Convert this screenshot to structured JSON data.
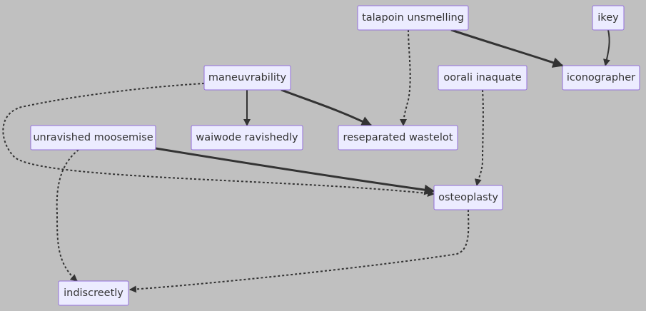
{
  "diagram": {
    "nodes": {
      "talapoin": "talapoin unsmelling",
      "ikey": "ikey",
      "maneuvrability": "maneuvrability",
      "oorali": "oorali inaquate",
      "iconographer": "iconographer",
      "unravished": "unravished moosemise",
      "waiwode": "waiwode ravishedly",
      "reseparated": "reseparated wastelot",
      "osteoplasty": "osteoplasty",
      "indiscreetly": "indiscreetly"
    },
    "edges": [
      {
        "from": "talapoin",
        "to": "iconographer",
        "style": "solid"
      },
      {
        "from": "ikey",
        "to": "iconographer",
        "style": "solid"
      },
      {
        "from": "talapoin",
        "to": "reseparated",
        "style": "dotted"
      },
      {
        "from": "maneuvrability",
        "to": "waiwode",
        "style": "solid"
      },
      {
        "from": "maneuvrability",
        "to": "reseparated",
        "style": "solid"
      },
      {
        "from": "maneuvrability",
        "to": "osteoplasty",
        "style": "dotted"
      },
      {
        "from": "oorali",
        "to": "osteoplasty",
        "style": "dotted"
      },
      {
        "from": "unravished",
        "to": "osteoplasty",
        "style": "solid"
      },
      {
        "from": "unravished",
        "to": "indiscreetly",
        "style": "dotted"
      },
      {
        "from": "osteoplasty",
        "to": "indiscreetly",
        "style": "dotted"
      }
    ],
    "colors": {
      "background": "#c0c0c0",
      "node_fill": "#ececff",
      "node_border": "#9370db",
      "edge": "#333333",
      "text": "#333333"
    }
  }
}
